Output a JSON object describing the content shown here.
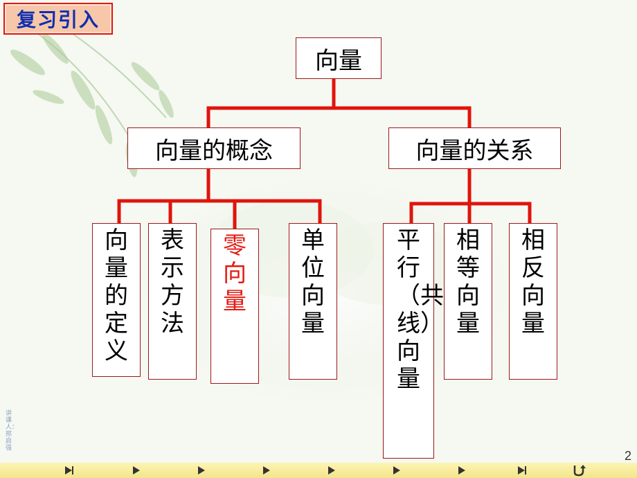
{
  "header": {
    "tag": "复习引入"
  },
  "root": {
    "label": "向量"
  },
  "branches": [
    {
      "label": "向量的概念"
    },
    {
      "label": "向量的关系"
    }
  ],
  "concept_leaves": [
    {
      "label": "向量的定义"
    },
    {
      "label": "表示方法"
    },
    {
      "label": "零向量"
    },
    {
      "label": "单位向量"
    }
  ],
  "relation_leaves": [
    {
      "label": "平行（共线）向量"
    },
    {
      "label": "相等向量"
    },
    {
      "label": "相反向量"
    }
  ],
  "footer": {
    "page": "2",
    "lecturer": "讲课人：邢启强"
  },
  "colors": {
    "connector": "#e0140c",
    "highlight_text": "#e41a12",
    "box_border": "#9a1818"
  }
}
